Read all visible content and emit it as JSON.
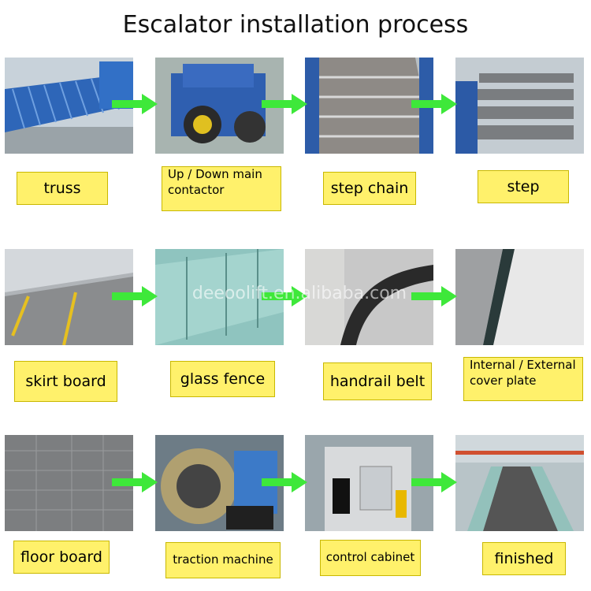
{
  "title": "Escalator installation process",
  "watermark": "deeoolift.en.alibaba.com",
  "steps": [
    {
      "label": "truss"
    },
    {
      "label_line1": "Up / Down main",
      "label_line2": "contactor"
    },
    {
      "label": "step chain"
    },
    {
      "label": "step"
    },
    {
      "label": "skirt board"
    },
    {
      "label": "glass fence"
    },
    {
      "label": "handrail belt"
    },
    {
      "label_line1": "Internal / External",
      "label_line2": "cover plate"
    },
    {
      "label": "floor board"
    },
    {
      "label": "traction machine"
    },
    {
      "label": "control cabinet"
    },
    {
      "label": "finished"
    }
  ],
  "colors": {
    "label_bg": "#fff16b",
    "arrow": "#3ee83a"
  }
}
